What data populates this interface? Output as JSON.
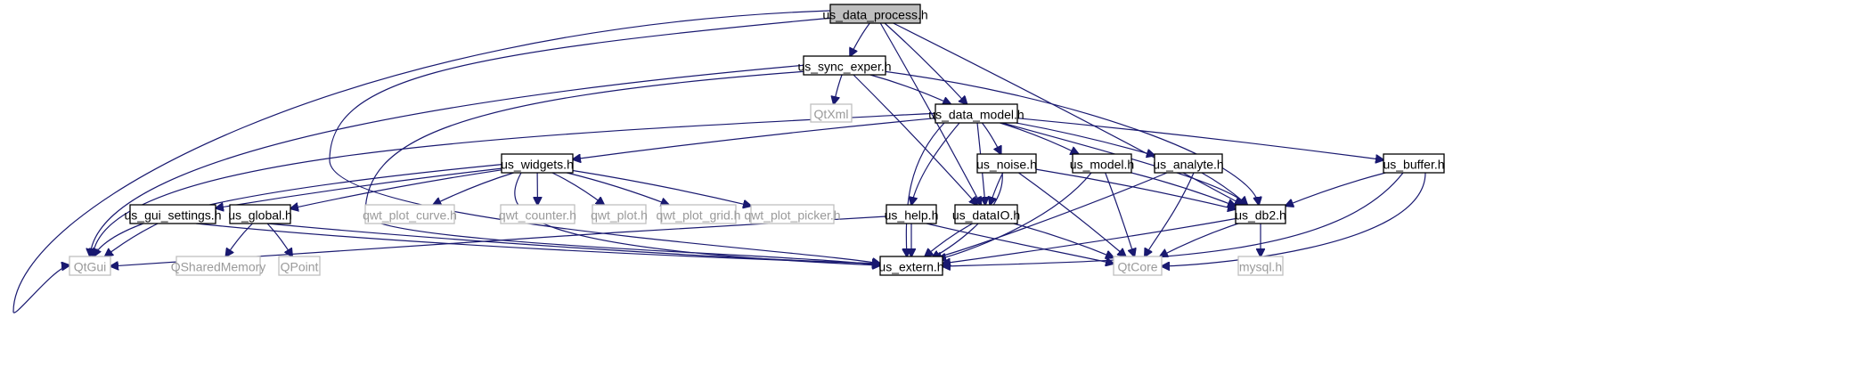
{
  "diagram": {
    "nodes": [
      {
        "id": "us_data_process",
        "label": "us_data_process.h",
        "kind": "focus"
      },
      {
        "id": "us_sync_exper",
        "label": "us_sync_exper.h",
        "kind": "local"
      },
      {
        "id": "qtxml",
        "label": "QtXml",
        "kind": "external"
      },
      {
        "id": "us_data_model",
        "label": "us_data_model.h",
        "kind": "local"
      },
      {
        "id": "us_widgets",
        "label": "us_widgets.h",
        "kind": "local"
      },
      {
        "id": "us_noise",
        "label": "us_noise.h",
        "kind": "local"
      },
      {
        "id": "us_model",
        "label": "us_model.h",
        "kind": "local"
      },
      {
        "id": "us_analyte",
        "label": "us_analyte.h",
        "kind": "local"
      },
      {
        "id": "us_buffer",
        "label": "us_buffer.h",
        "kind": "local"
      },
      {
        "id": "us_gui_settings",
        "label": "us_gui_settings.h",
        "kind": "local"
      },
      {
        "id": "us_global",
        "label": "us_global.h",
        "kind": "local"
      },
      {
        "id": "qwt_plot_curve",
        "label": "qwt_plot_curve.h",
        "kind": "external"
      },
      {
        "id": "qwt_counter",
        "label": "qwt_counter.h",
        "kind": "external"
      },
      {
        "id": "qwt_plot",
        "label": "qwt_plot.h",
        "kind": "external"
      },
      {
        "id": "qwt_plot_grid",
        "label": "qwt_plot_grid.h",
        "kind": "external"
      },
      {
        "id": "qwt_plot_picker",
        "label": "qwt_plot_picker.h",
        "kind": "external"
      },
      {
        "id": "us_help",
        "label": "us_help.h",
        "kind": "local"
      },
      {
        "id": "us_dataio",
        "label": "us_dataIO.h",
        "kind": "local"
      },
      {
        "id": "us_db2",
        "label": "us_db2.h",
        "kind": "local"
      },
      {
        "id": "qtgui",
        "label": "QtGui",
        "kind": "external"
      },
      {
        "id": "qsharedmemory",
        "label": "QSharedMemory",
        "kind": "external"
      },
      {
        "id": "qpoint",
        "label": "QPoint",
        "kind": "external"
      },
      {
        "id": "us_extern",
        "label": "us_extern.h",
        "kind": "local"
      },
      {
        "id": "qtcore",
        "label": "QtCore",
        "kind": "external"
      },
      {
        "id": "mysql",
        "label": "mysql.h",
        "kind": "external"
      }
    ],
    "edges": [
      {
        "from": "us_data_process",
        "to": "qtgui"
      },
      {
        "from": "us_data_process",
        "to": "us_sync_exper"
      },
      {
        "from": "us_data_process",
        "to": "us_data_model"
      },
      {
        "from": "us_data_process",
        "to": "us_dataio"
      },
      {
        "from": "us_data_process",
        "to": "us_db2"
      },
      {
        "from": "us_data_process",
        "to": "us_extern"
      },
      {
        "from": "us_sync_exper",
        "to": "qtgui"
      },
      {
        "from": "us_sync_exper",
        "to": "qtxml"
      },
      {
        "from": "us_sync_exper",
        "to": "us_data_model"
      },
      {
        "from": "us_sync_exper",
        "to": "us_dataio"
      },
      {
        "from": "us_sync_exper",
        "to": "us_db2"
      },
      {
        "from": "us_sync_exper",
        "to": "us_extern"
      },
      {
        "from": "us_data_model",
        "to": "qtgui"
      },
      {
        "from": "us_data_model",
        "to": "us_widgets"
      },
      {
        "from": "us_data_model",
        "to": "us_help"
      },
      {
        "from": "us_data_model",
        "to": "us_dataio"
      },
      {
        "from": "us_data_model",
        "to": "us_noise"
      },
      {
        "from": "us_data_model",
        "to": "us_model"
      },
      {
        "from": "us_data_model",
        "to": "us_analyte"
      },
      {
        "from": "us_data_model",
        "to": "us_buffer"
      },
      {
        "from": "us_data_model",
        "to": "us_db2"
      },
      {
        "from": "us_data_model",
        "to": "us_extern"
      },
      {
        "from": "us_widgets",
        "to": "qtgui"
      },
      {
        "from": "us_widgets",
        "to": "us_gui_settings"
      },
      {
        "from": "us_widgets",
        "to": "us_global"
      },
      {
        "from": "us_widgets",
        "to": "qwt_plot_curve"
      },
      {
        "from": "us_widgets",
        "to": "qwt_counter"
      },
      {
        "from": "us_widgets",
        "to": "qwt_plot"
      },
      {
        "from": "us_widgets",
        "to": "qwt_plot_grid"
      },
      {
        "from": "us_widgets",
        "to": "qwt_plot_picker"
      },
      {
        "from": "us_widgets",
        "to": "us_extern"
      },
      {
        "from": "us_gui_settings",
        "to": "qtgui"
      },
      {
        "from": "us_gui_settings",
        "to": "us_extern"
      },
      {
        "from": "us_global",
        "to": "qsharedmemory"
      },
      {
        "from": "us_global",
        "to": "qpoint"
      },
      {
        "from": "us_global",
        "to": "us_extern"
      },
      {
        "from": "us_help",
        "to": "qtgui"
      },
      {
        "from": "us_help",
        "to": "us_extern"
      },
      {
        "from": "us_help",
        "to": "qtcore"
      },
      {
        "from": "us_dataio",
        "to": "us_extern"
      },
      {
        "from": "us_dataio",
        "to": "qtcore"
      },
      {
        "from": "us_noise",
        "to": "us_dataio"
      },
      {
        "from": "us_noise",
        "to": "us_extern"
      },
      {
        "from": "us_noise",
        "to": "qtcore"
      },
      {
        "from": "us_noise",
        "to": "us_db2"
      },
      {
        "from": "us_model",
        "to": "us_extern"
      },
      {
        "from": "us_model",
        "to": "qtcore"
      },
      {
        "from": "us_model",
        "to": "us_db2"
      },
      {
        "from": "us_analyte",
        "to": "us_extern"
      },
      {
        "from": "us_analyte",
        "to": "qtcore"
      },
      {
        "from": "us_analyte",
        "to": "us_db2"
      },
      {
        "from": "us_buffer",
        "to": "us_db2"
      },
      {
        "from": "us_buffer",
        "to": "us_extern"
      },
      {
        "from": "us_buffer",
        "to": "qtcore"
      },
      {
        "from": "us_db2",
        "to": "us_extern"
      },
      {
        "from": "us_db2",
        "to": "qtcore"
      },
      {
        "from": "us_db2",
        "to": "mysql"
      }
    ]
  },
  "colors": {
    "edge": "#191970",
    "focus_fill": "#bfbfbf",
    "local_border": "#000000",
    "external_border": "#bfbfbf",
    "external_text": "#9a9a9a"
  }
}
